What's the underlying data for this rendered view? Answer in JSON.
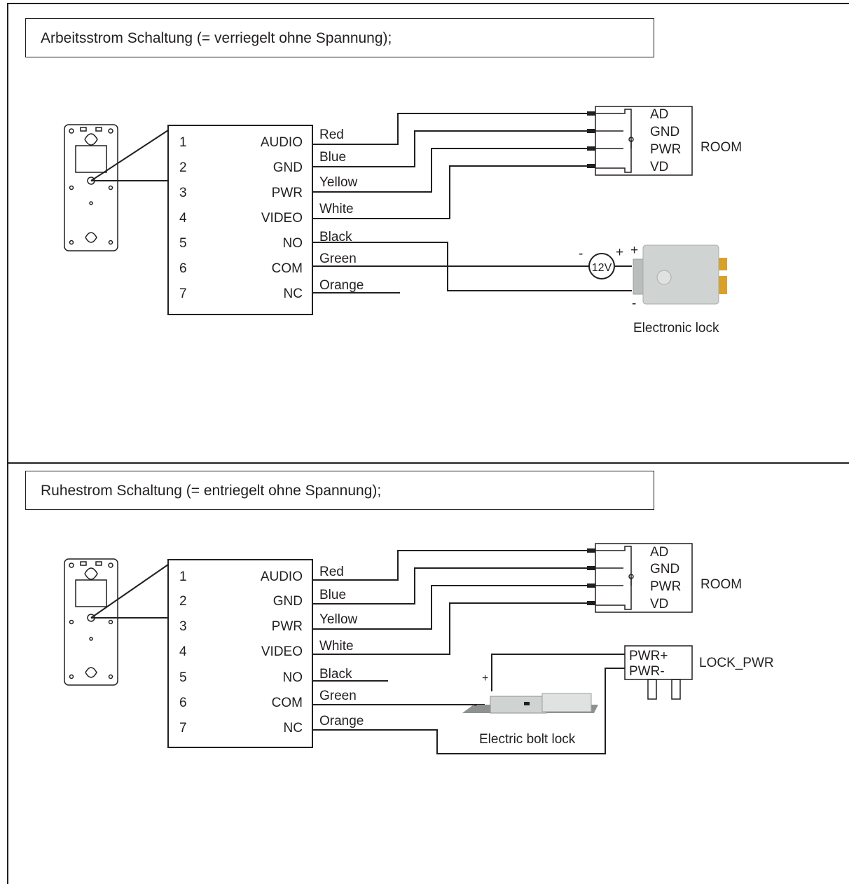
{
  "panels": [
    {
      "title": "Arbeitsstrom Schaltung (= verriegelt ohne Spannung);",
      "pins": [
        {
          "num": "1",
          "name": "AUDIO",
          "wire": "Red"
        },
        {
          "num": "2",
          "name": "GND",
          "wire": "Blue"
        },
        {
          "num": "3",
          "name": "PWR",
          "wire": "Yellow"
        },
        {
          "num": "4",
          "name": "VIDEO",
          "wire": "White"
        },
        {
          "num": "5",
          "name": "NO",
          "wire": "Black"
        },
        {
          "num": "6",
          "name": "COM",
          "wire": "Green"
        },
        {
          "num": "7",
          "name": "NC",
          "wire": "Orange"
        }
      ],
      "room": {
        "pins": [
          "AD",
          "GND",
          "PWR",
          "VD"
        ],
        "label": "ROOM"
      },
      "supply": {
        "label": "12V",
        "minus": "-",
        "plus": "+"
      },
      "lock": {
        "label": "Electronic lock",
        "plus": "+",
        "minus": "-"
      }
    },
    {
      "title": "Ruhestrom Schaltung (= entriegelt ohne Spannung);",
      "pins": [
        {
          "num": "1",
          "name": "AUDIO",
          "wire": "Red"
        },
        {
          "num": "2",
          "name": "GND",
          "wire": "Blue"
        },
        {
          "num": "3",
          "name": "PWR",
          "wire": "Yellow"
        },
        {
          "num": "4",
          "name": "VIDEO",
          "wire": "White"
        },
        {
          "num": "5",
          "name": "NO",
          "wire": "Black"
        },
        {
          "num": "6",
          "name": "COM",
          "wire": "Green"
        },
        {
          "num": "7",
          "name": "NC",
          "wire": "Orange"
        }
      ],
      "room": {
        "pins": [
          "AD",
          "GND",
          "PWR",
          "VD"
        ],
        "label": "ROOM"
      },
      "lock": {
        "label": "Electric bolt lock",
        "plus": "+",
        "minus": "-"
      },
      "lock_pwr": {
        "pins": [
          "PWR+",
          "PWR-"
        ],
        "label": "LOCK_PWR"
      }
    }
  ],
  "colors": {
    "line": "#231f20",
    "lock_body": "#cfd3d2",
    "lock_latch": "#d9a02a"
  }
}
